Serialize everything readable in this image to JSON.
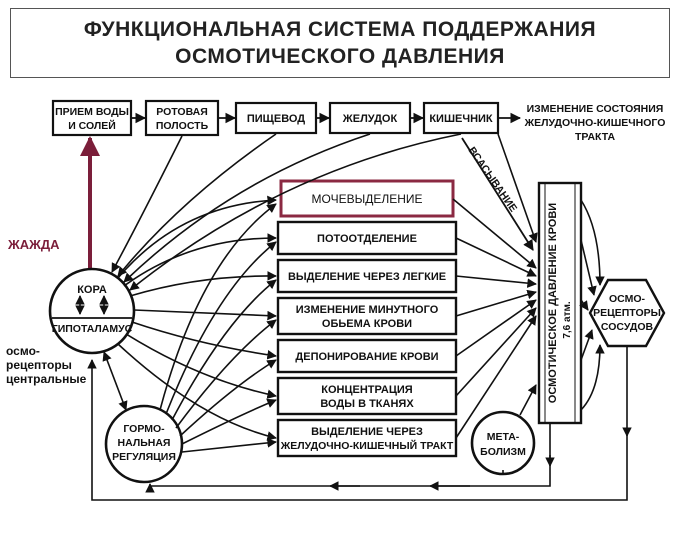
{
  "title": {
    "line1": "ФУНКЦИОНАЛЬНАЯ СИСТЕМА ПОДДЕРЖАНИЯ",
    "line2": "ОСМОТИЧЕСКОГО ДАВЛЕНИЯ"
  },
  "top_chain": {
    "intake": [
      "ПРИЕМ ВОДЫ",
      "И СОЛЕЙ"
    ],
    "mouth": [
      "РОТОВАЯ",
      "ПОЛОСТЬ"
    ],
    "esophagus": "ПИЩЕВОД",
    "stomach": "ЖЕЛУДОК",
    "intestine": "КИШЕЧНИК",
    "gi_change": [
      "ИЗМЕНЕНИЕ СОСТОЯНИЯ",
      "ЖЕЛУДОЧНО-КИШЕЧНОГО",
      "ТРАКТА"
    ],
    "absorption": "ВСАСЫВАНИЕ"
  },
  "effectors": {
    "urination": "МОЧЕВЫДЕЛЕНИЕ",
    "sweating": "ПОТООТДЕЛЕНИЕ",
    "lungs": "ВЫДЕЛЕНИЕ ЧЕРЕЗ ЛЕГКИЕ",
    "minute_volume": [
      "ИЗМЕНЕНИЕ МИНУТНОГО",
      "ОБЬЕМА КРОВИ"
    ],
    "depot": "ДЕПОНИРОВАНИЕ КРОВИ",
    "tissue": [
      "КОНЦЕНТРАЦИЯ",
      "ВОДЫ В ТКАНЯХ"
    ],
    "gi_excretion": [
      "ВЫДЕЛЕНИЕ ЧЕРЕЗ",
      "ЖЕЛУДОЧНО-КИШЕЧНЫЙ ТРАКТ"
    ]
  },
  "centers": {
    "cortex": "КОРА",
    "hypothalamus": "ГИПОТАЛАМУС",
    "hormonal": [
      "ГОРМО-",
      "НАЛЬНАЯ",
      "РЕГУЛЯЦИЯ"
    ],
    "metabolism": [
      "МЕТА-",
      "БОЛИЗМ"
    ]
  },
  "result": {
    "pressure": "ОСМОТИЧЕСКОЕ ДАВЛЕНИЕ КРОВИ",
    "value": "7,6 атм.",
    "vascular_receptors": [
      "ОСМО-",
      "РЕЦЕПТОРЫ",
      "СОСУДОВ"
    ]
  },
  "thirst": "ЖАЖДА",
  "central_receptors": [
    "осмо-",
    "рецепторы",
    "центральные"
  ],
  "colors": {
    "thirst": "#7b1e3a",
    "urination_border": "#8b2942",
    "lines": "#111111"
  }
}
